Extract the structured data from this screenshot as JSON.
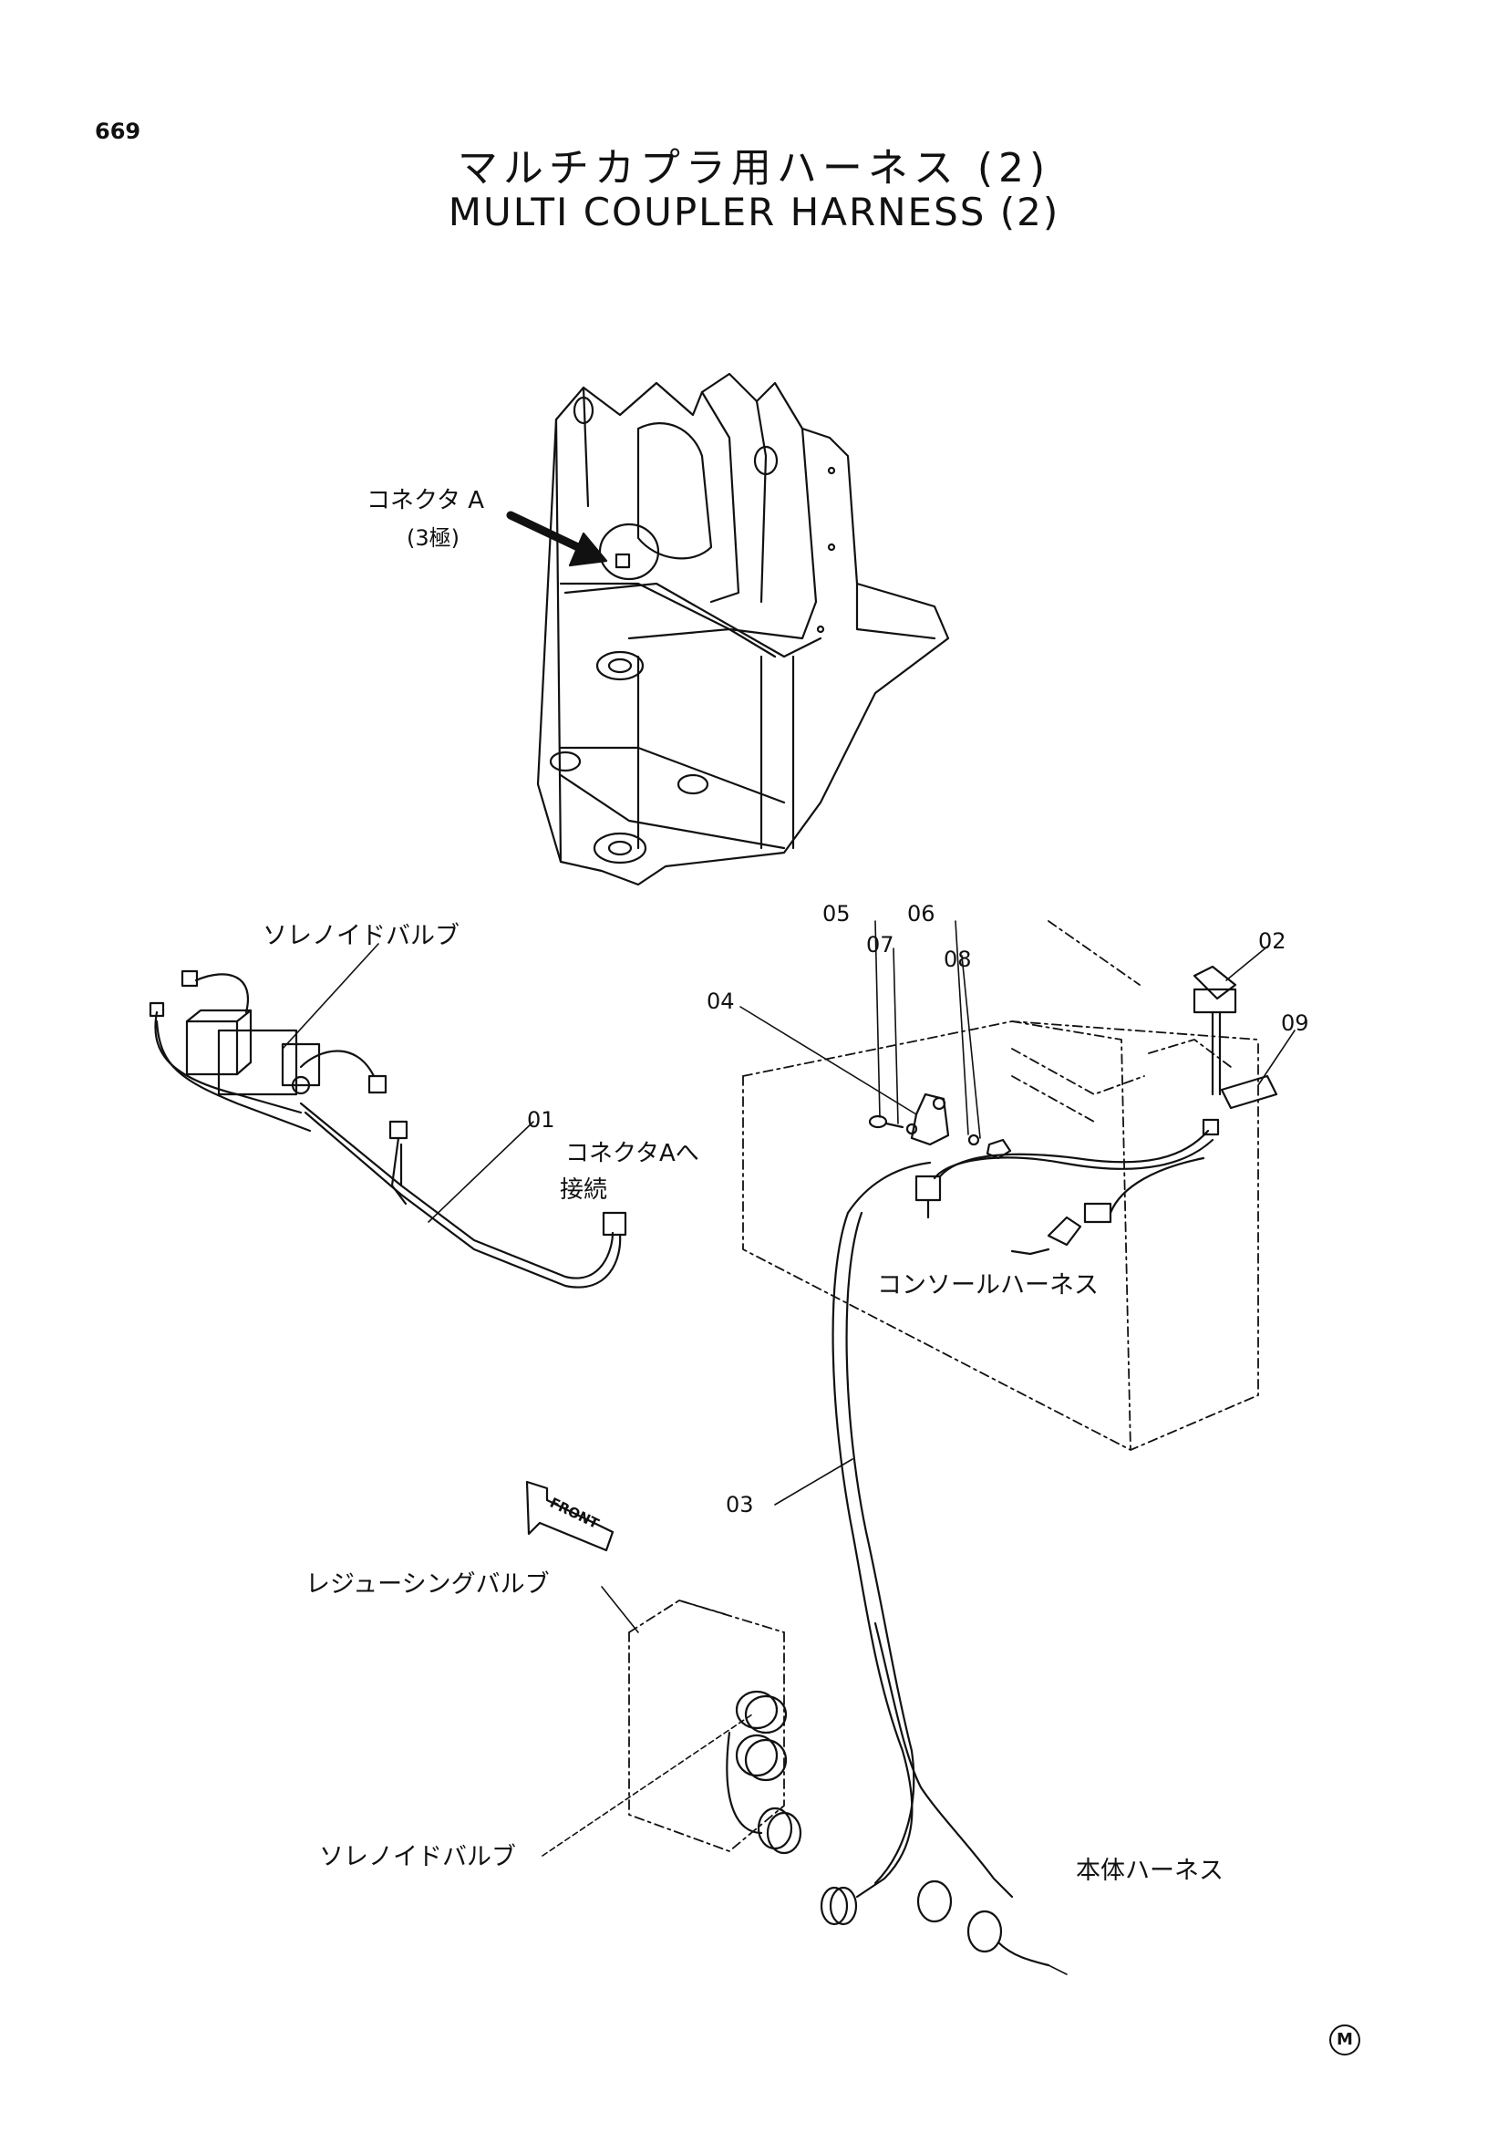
{
  "page": {
    "number": "669"
  },
  "title": {
    "japanese": "マルチカプラ用ハーネス (2)",
    "english": "MULTI COUPLER HARNESS (2)"
  },
  "callouts": {
    "connector_a": "コネクタ A",
    "connector_a_poles": "(3極)",
    "solenoid_valve_top": "ソレノイドバルブ",
    "connect_to_a_line1": "コネクタAへ",
    "connect_to_a_line2": "接続",
    "console_harness": "コンソールハーネス",
    "front": "FRONT",
    "reducing_valve": "レジューシングバルブ",
    "solenoid_valve_bottom": "ソレノイドバルブ",
    "main_body_harness": "本体ハーネス"
  },
  "part_numbers": [
    "01",
    "02",
    "03",
    "04",
    "05",
    "06",
    "07",
    "08",
    "09"
  ],
  "corner_mark": "M"
}
